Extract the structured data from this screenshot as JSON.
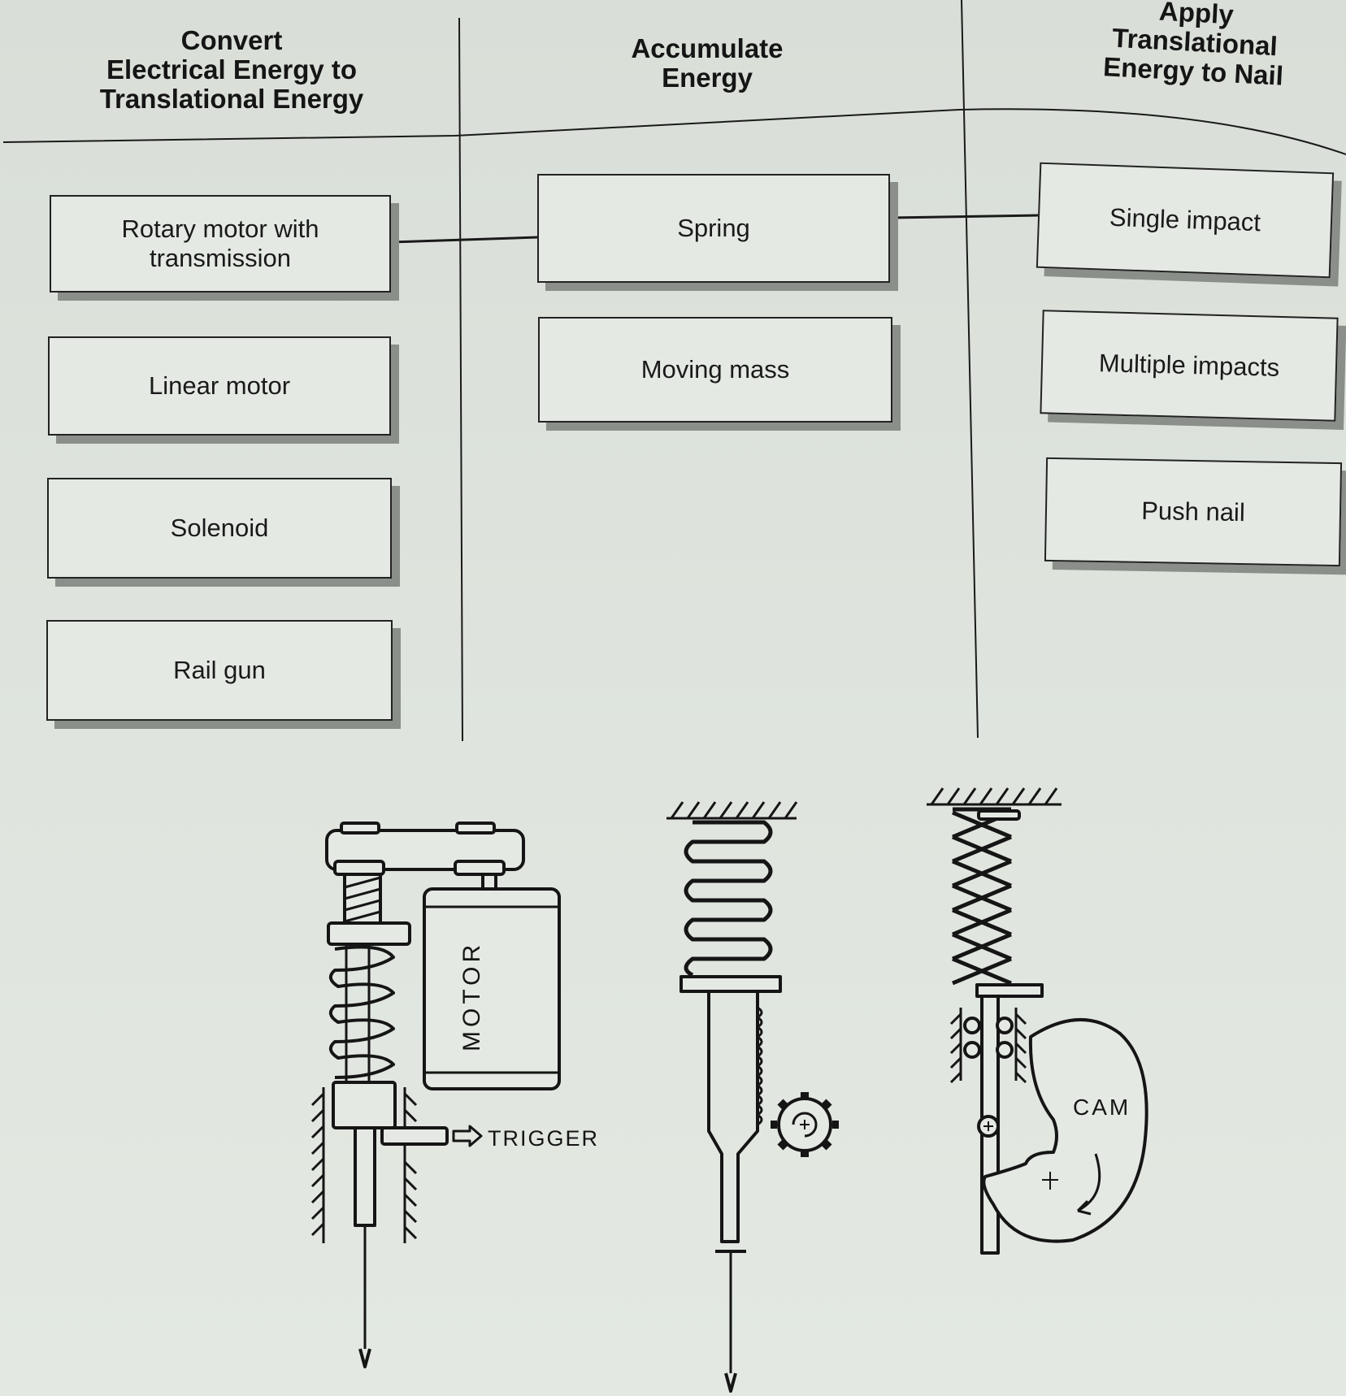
{
  "columns": [
    {
      "header_lines": [
        "Convert",
        "Electrical Energy to",
        "Translational Energy"
      ]
    },
    {
      "header_lines": [
        "Accumulate",
        "Energy"
      ]
    },
    {
      "header_lines": [
        "Apply",
        "Translational",
        "Energy to Nail"
      ]
    }
  ],
  "options": {
    "convert": [
      {
        "lines": [
          "Rotary motor with",
          "transmission"
        ]
      },
      {
        "lines": [
          "Linear motor"
        ]
      },
      {
        "lines": [
          "Solenoid"
        ]
      },
      {
        "lines": [
          "Rail gun"
        ]
      }
    ],
    "accumulate": [
      {
        "lines": [
          "Spring"
        ]
      },
      {
        "lines": [
          "Moving mass"
        ]
      }
    ],
    "apply": [
      {
        "lines": [
          "Single impact"
        ]
      },
      {
        "lines": [
          "Multiple impacts"
        ]
      },
      {
        "lines": [
          "Push nail"
        ]
      }
    ]
  },
  "sketches": {
    "motor_label": "MOTOR",
    "trigger_label": "TRIGGER",
    "cam_label": "CAM"
  },
  "colors": {
    "paper": "#dde3dc",
    "ink": "#151515",
    "shadow": "#8a8f8a"
  }
}
